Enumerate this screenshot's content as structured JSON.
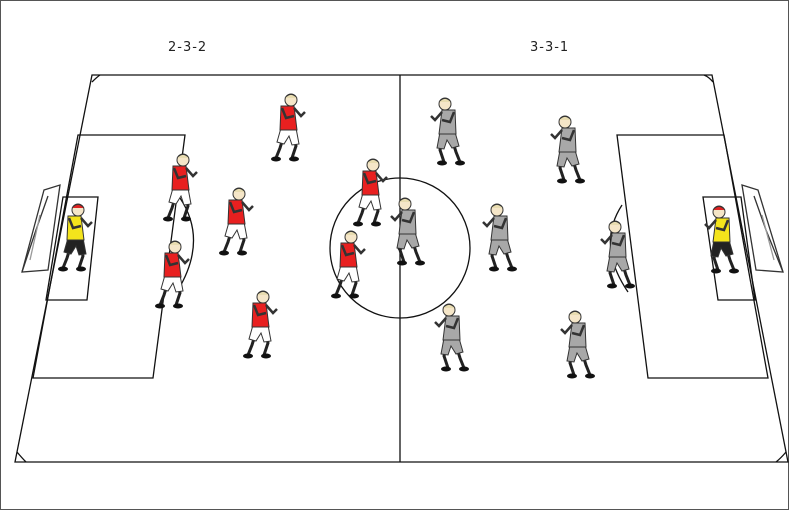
{
  "formations": {
    "left": "2-3-2",
    "right": "3-3-1"
  },
  "teams": {
    "left": {
      "shirt_color": "#e82020",
      "shorts_color": "#ffffff",
      "goalkeeper_shirt_color": "#f4e41c",
      "outfield_players": 7
    },
    "right": {
      "shirt_color": "#a8a8a8",
      "shorts_color": "#a8a8a8",
      "goalkeeper_shirt_color": "#f4e41c",
      "outfield_players": 7
    }
  }
}
